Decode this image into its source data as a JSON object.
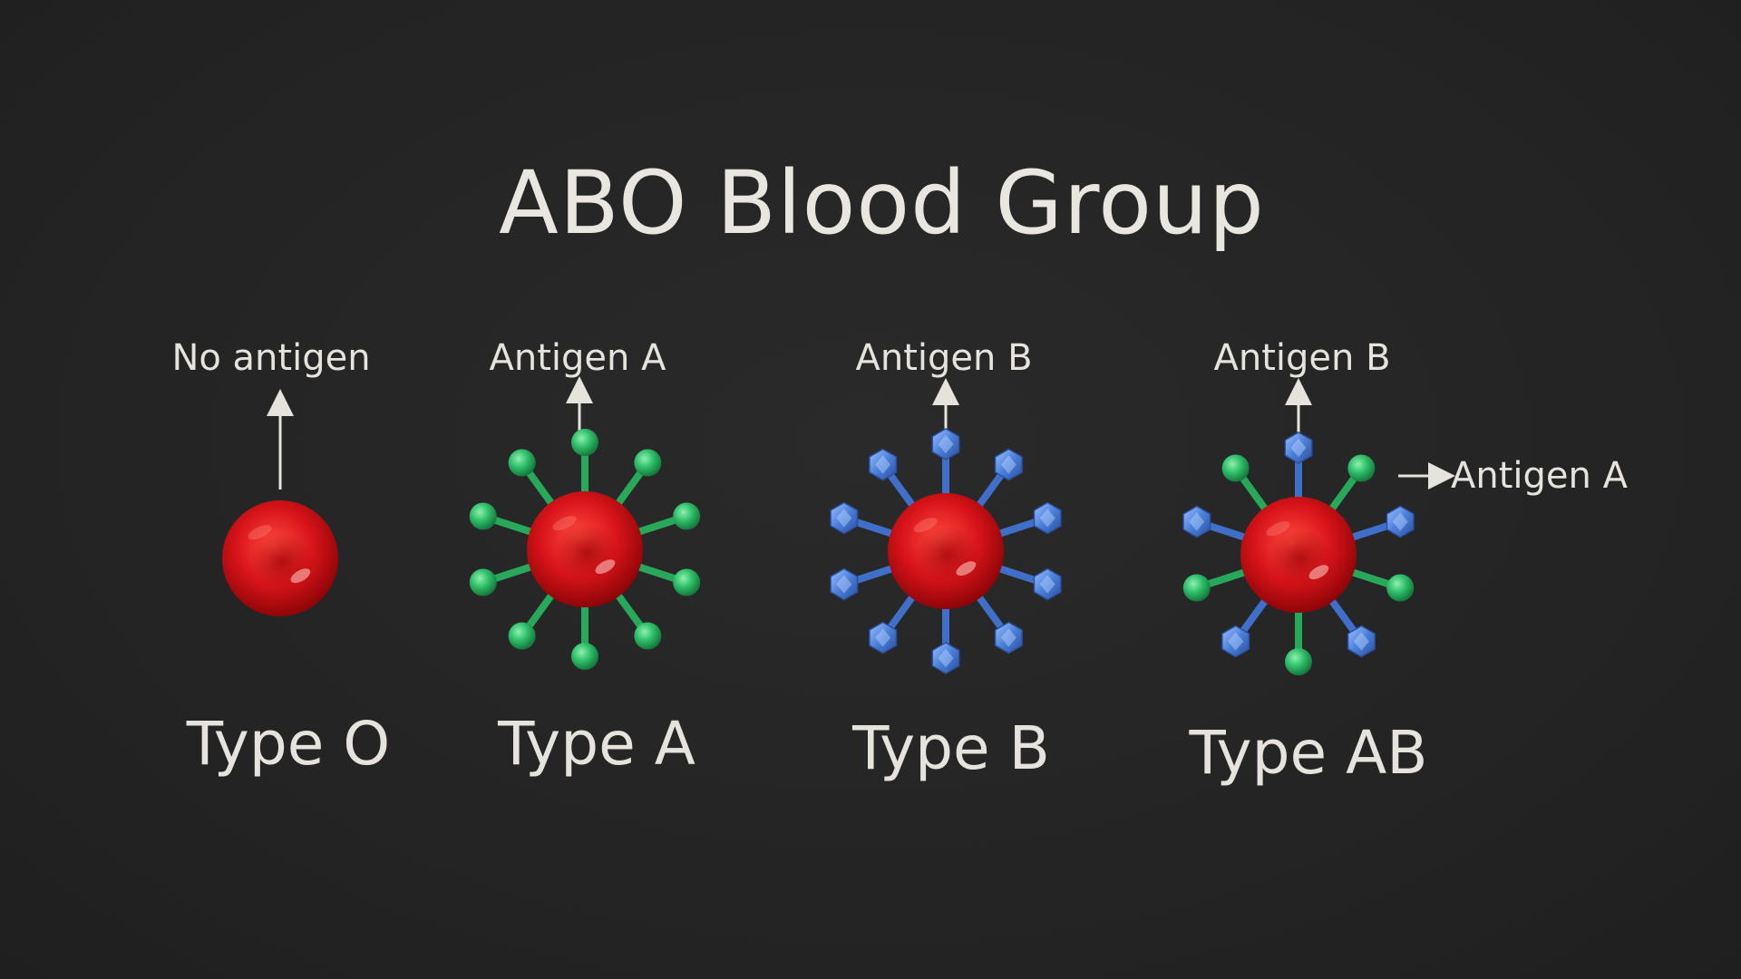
{
  "title": "ABO Blood Group",
  "colors": {
    "background": "#242424",
    "text": "#e6e3dc",
    "red_cell": "#d8141a",
    "antigen_a": "#2fbf6a",
    "antigen_b": "#4a7fd8"
  },
  "cells": [
    {
      "type_label": "Type O",
      "top_label": "No antigen",
      "side_label": "",
      "antigens": []
    },
    {
      "type_label": "Type A",
      "top_label": "Antigen A",
      "side_label": "",
      "antigens": [
        "A",
        "A",
        "A",
        "A",
        "A",
        "A",
        "A",
        "A",
        "A",
        "A"
      ]
    },
    {
      "type_label": "Type B",
      "top_label": "Antigen B",
      "side_label": "",
      "antigens": [
        "B",
        "B",
        "B",
        "B",
        "B",
        "B",
        "B",
        "B",
        "B",
        "B"
      ]
    },
    {
      "type_label": "Type AB",
      "top_label": "Antigen B",
      "side_label": "Antigen A",
      "antigens": [
        "B",
        "A",
        "B",
        "A",
        "B",
        "A",
        "B",
        "A",
        "B",
        "A"
      ]
    }
  ]
}
